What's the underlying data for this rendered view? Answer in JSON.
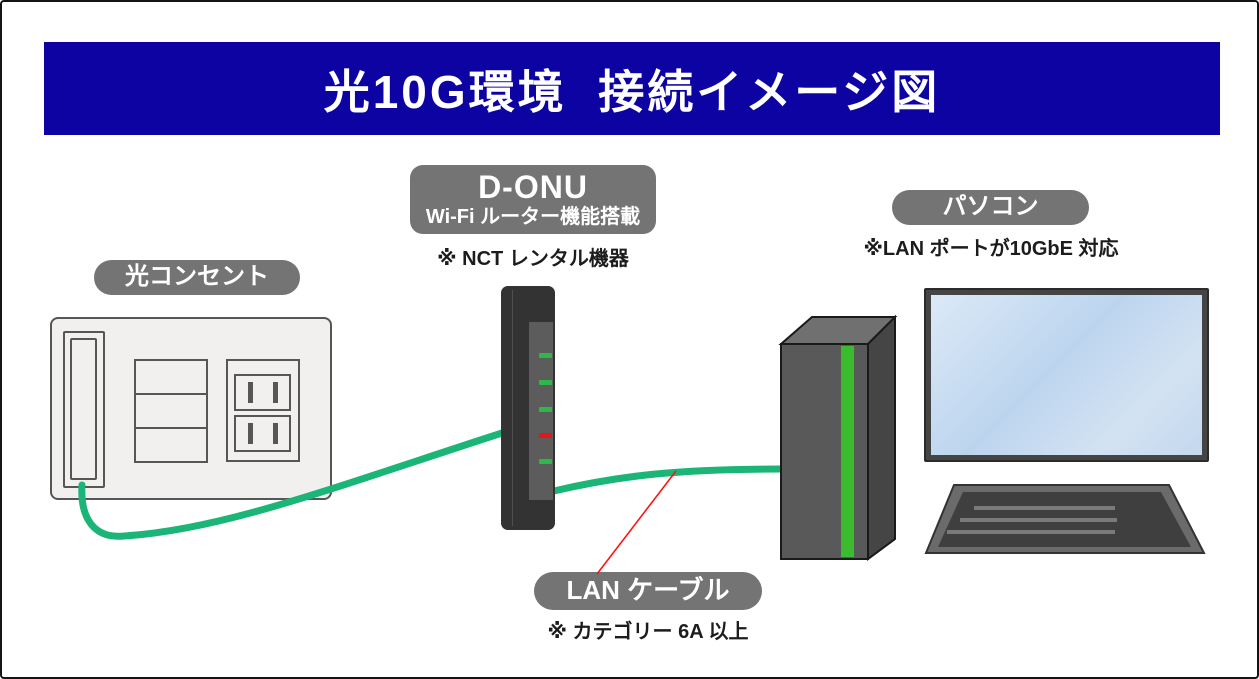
{
  "header": {
    "title": "光10G環境  接続イメージ図"
  },
  "optical_outlet": {
    "label": "光コンセント"
  },
  "onu": {
    "title": "D-ONU",
    "subtitle": "Wi-Fi ルーター機能搭載",
    "note": "※ NCT レンタル機器",
    "leds": [
      "green",
      "green",
      "green",
      "red",
      "green"
    ]
  },
  "pc": {
    "label": "パソコン",
    "note": "※LAN ポートが10GbE 対応"
  },
  "lan_cable": {
    "label": "LAN ケーブル",
    "note": "※ カテゴリー 6A 以上"
  },
  "colors": {
    "banner_bg": "#0c03a2",
    "pill_bg": "#747474",
    "cable_green": "#1ab577",
    "led_green": "#2eb84a",
    "led_red": "#e8141c",
    "tower_stripe_green": "#3bbb2e",
    "callout_red": "#ff1414"
  }
}
